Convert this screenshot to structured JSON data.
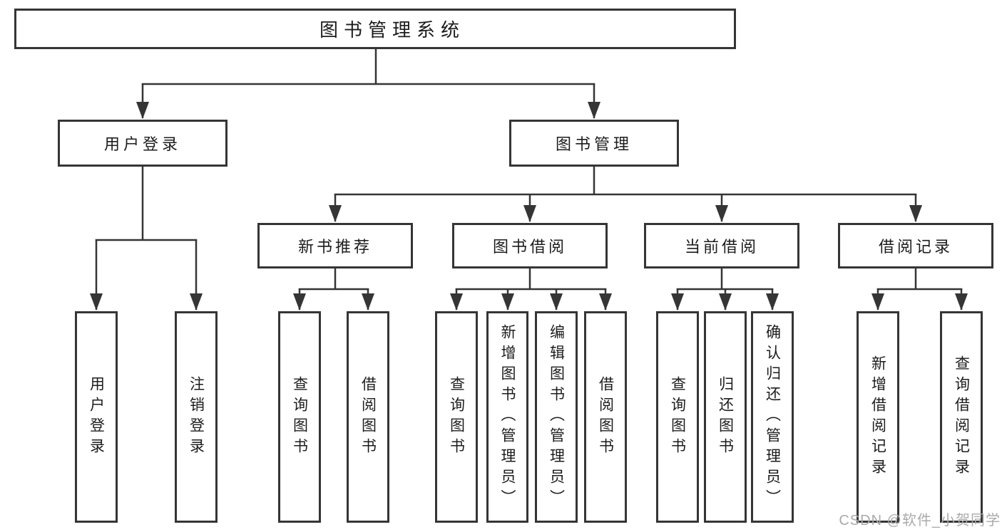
{
  "diagram": {
    "root": "图书管理系统",
    "branches": {
      "user_login": "用户登录",
      "book_mgmt": "图书管理"
    },
    "modules": {
      "new_book_rec": "新书推荐",
      "book_borrow": "图书借阅",
      "current_borrow": "当前借阅",
      "borrow_record": "借阅记录"
    },
    "leaves": {
      "user_login": "用户登录",
      "logout": "注销登录",
      "rec_query_book": "查询图书",
      "rec_borrow_book": "借阅图书",
      "bb_query_book": "查询图书",
      "bb_add_book": "新增图书（管理员）",
      "bb_edit_book": "编辑图书（管理员）",
      "bb_borrow_book": "借阅图书",
      "cb_query_book": "查询图书",
      "cb_return_book": "归还图书",
      "cb_confirm_return": "确认归还（管理员）",
      "br_add_record": "新增借阅记录",
      "br_query_record": "查询借阅记录"
    }
  },
  "watermark": "CSDN @软件_小贺同学",
  "colors": {
    "line": "#353535",
    "box_border": "#353535",
    "text": "#1c1c1c",
    "watermark": "#aaaaaa",
    "background": "#ffffff"
  }
}
